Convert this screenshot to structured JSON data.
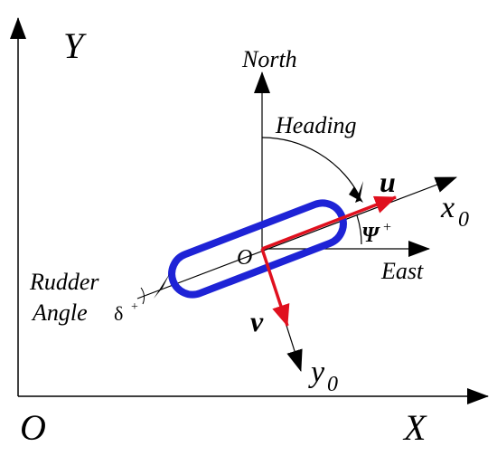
{
  "global": {
    "y_label": "Y",
    "x_label": "X",
    "origin_label": "O"
  },
  "ship": {
    "north_label": "North",
    "east_label": "East",
    "heading_label": "Heading",
    "origin_label": "O",
    "u_label": "u",
    "v_label": "v",
    "x0_label": "x",
    "x0_sub": "0",
    "y0_label": "y",
    "y0_sub": "0",
    "psi_symbol": "Ψ",
    "psi_sign": "+",
    "rudder_label_1": "Rudder",
    "rudder_label_2": "Angle",
    "delta_symbol": "δ",
    "delta_sign": "+"
  },
  "colors": {
    "hull": "#1e23d6",
    "velocity": "#e0101e",
    "axes": "#000000"
  }
}
